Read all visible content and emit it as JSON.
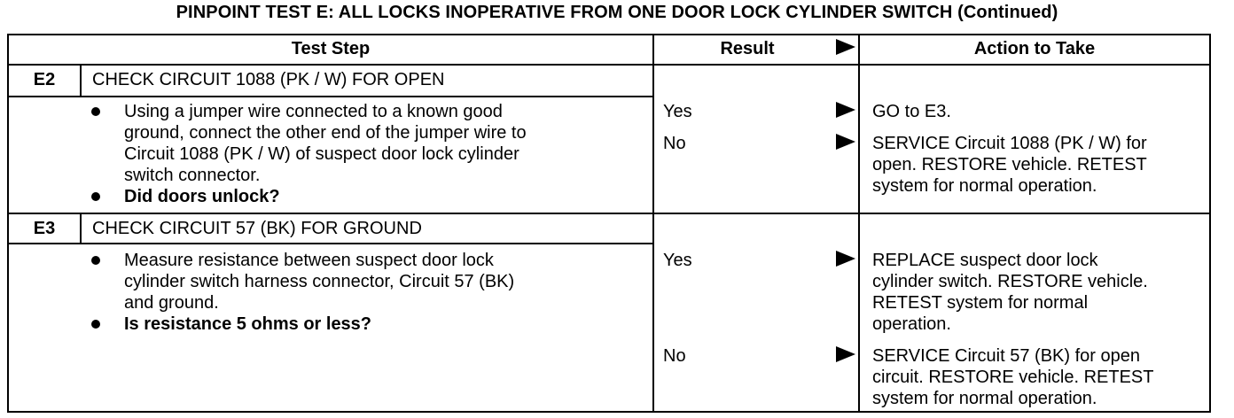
{
  "title": "PINPOINT TEST E: ALL LOCKS INOPERATIVE FROM ONE DOOR LOCK CYLINDER SWITCH (Continued)",
  "headers": {
    "test_step": "Test Step",
    "result": "Result",
    "action": "Action to Take"
  },
  "steps": [
    {
      "id": "E2",
      "heading": "CHECK CIRCUIT 1088 (PK / W) FOR OPEN",
      "instruction_lines": [
        "Using a jumper wire connected to a known good",
        "ground, connect the other end of the jumper wire to",
        "Circuit 1088 (PK / W) of suspect door lock cylinder",
        "switch connector."
      ],
      "question": "Did doors unlock?",
      "results": [
        {
          "result": "Yes",
          "action_lines": [
            "GO to E3."
          ]
        },
        {
          "result": "No",
          "action_lines": [
            "SERVICE Circuit 1088 (PK / W) for",
            "open. RESTORE vehicle. RETEST",
            "system for normal operation."
          ]
        }
      ]
    },
    {
      "id": "E3",
      "heading": "CHECK CIRCUIT 57 (BK) FOR GROUND",
      "instruction_lines": [
        "Measure resistance between suspect door lock",
        "cylinder switch harness connector, Circuit 57 (BK)",
        "and ground."
      ],
      "question": "Is resistance 5 ohms or less?",
      "results": [
        {
          "result": "Yes",
          "action_lines": [
            "REPLACE suspect door lock",
            "cylinder switch. RESTORE vehicle.",
            "RETEST system for normal",
            "operation."
          ]
        },
        {
          "result": "No",
          "action_lines": [
            "SERVICE Circuit 57 (BK) for open",
            "circuit. RESTORE vehicle. RETEST",
            "system for normal operation."
          ]
        }
      ]
    }
  ]
}
